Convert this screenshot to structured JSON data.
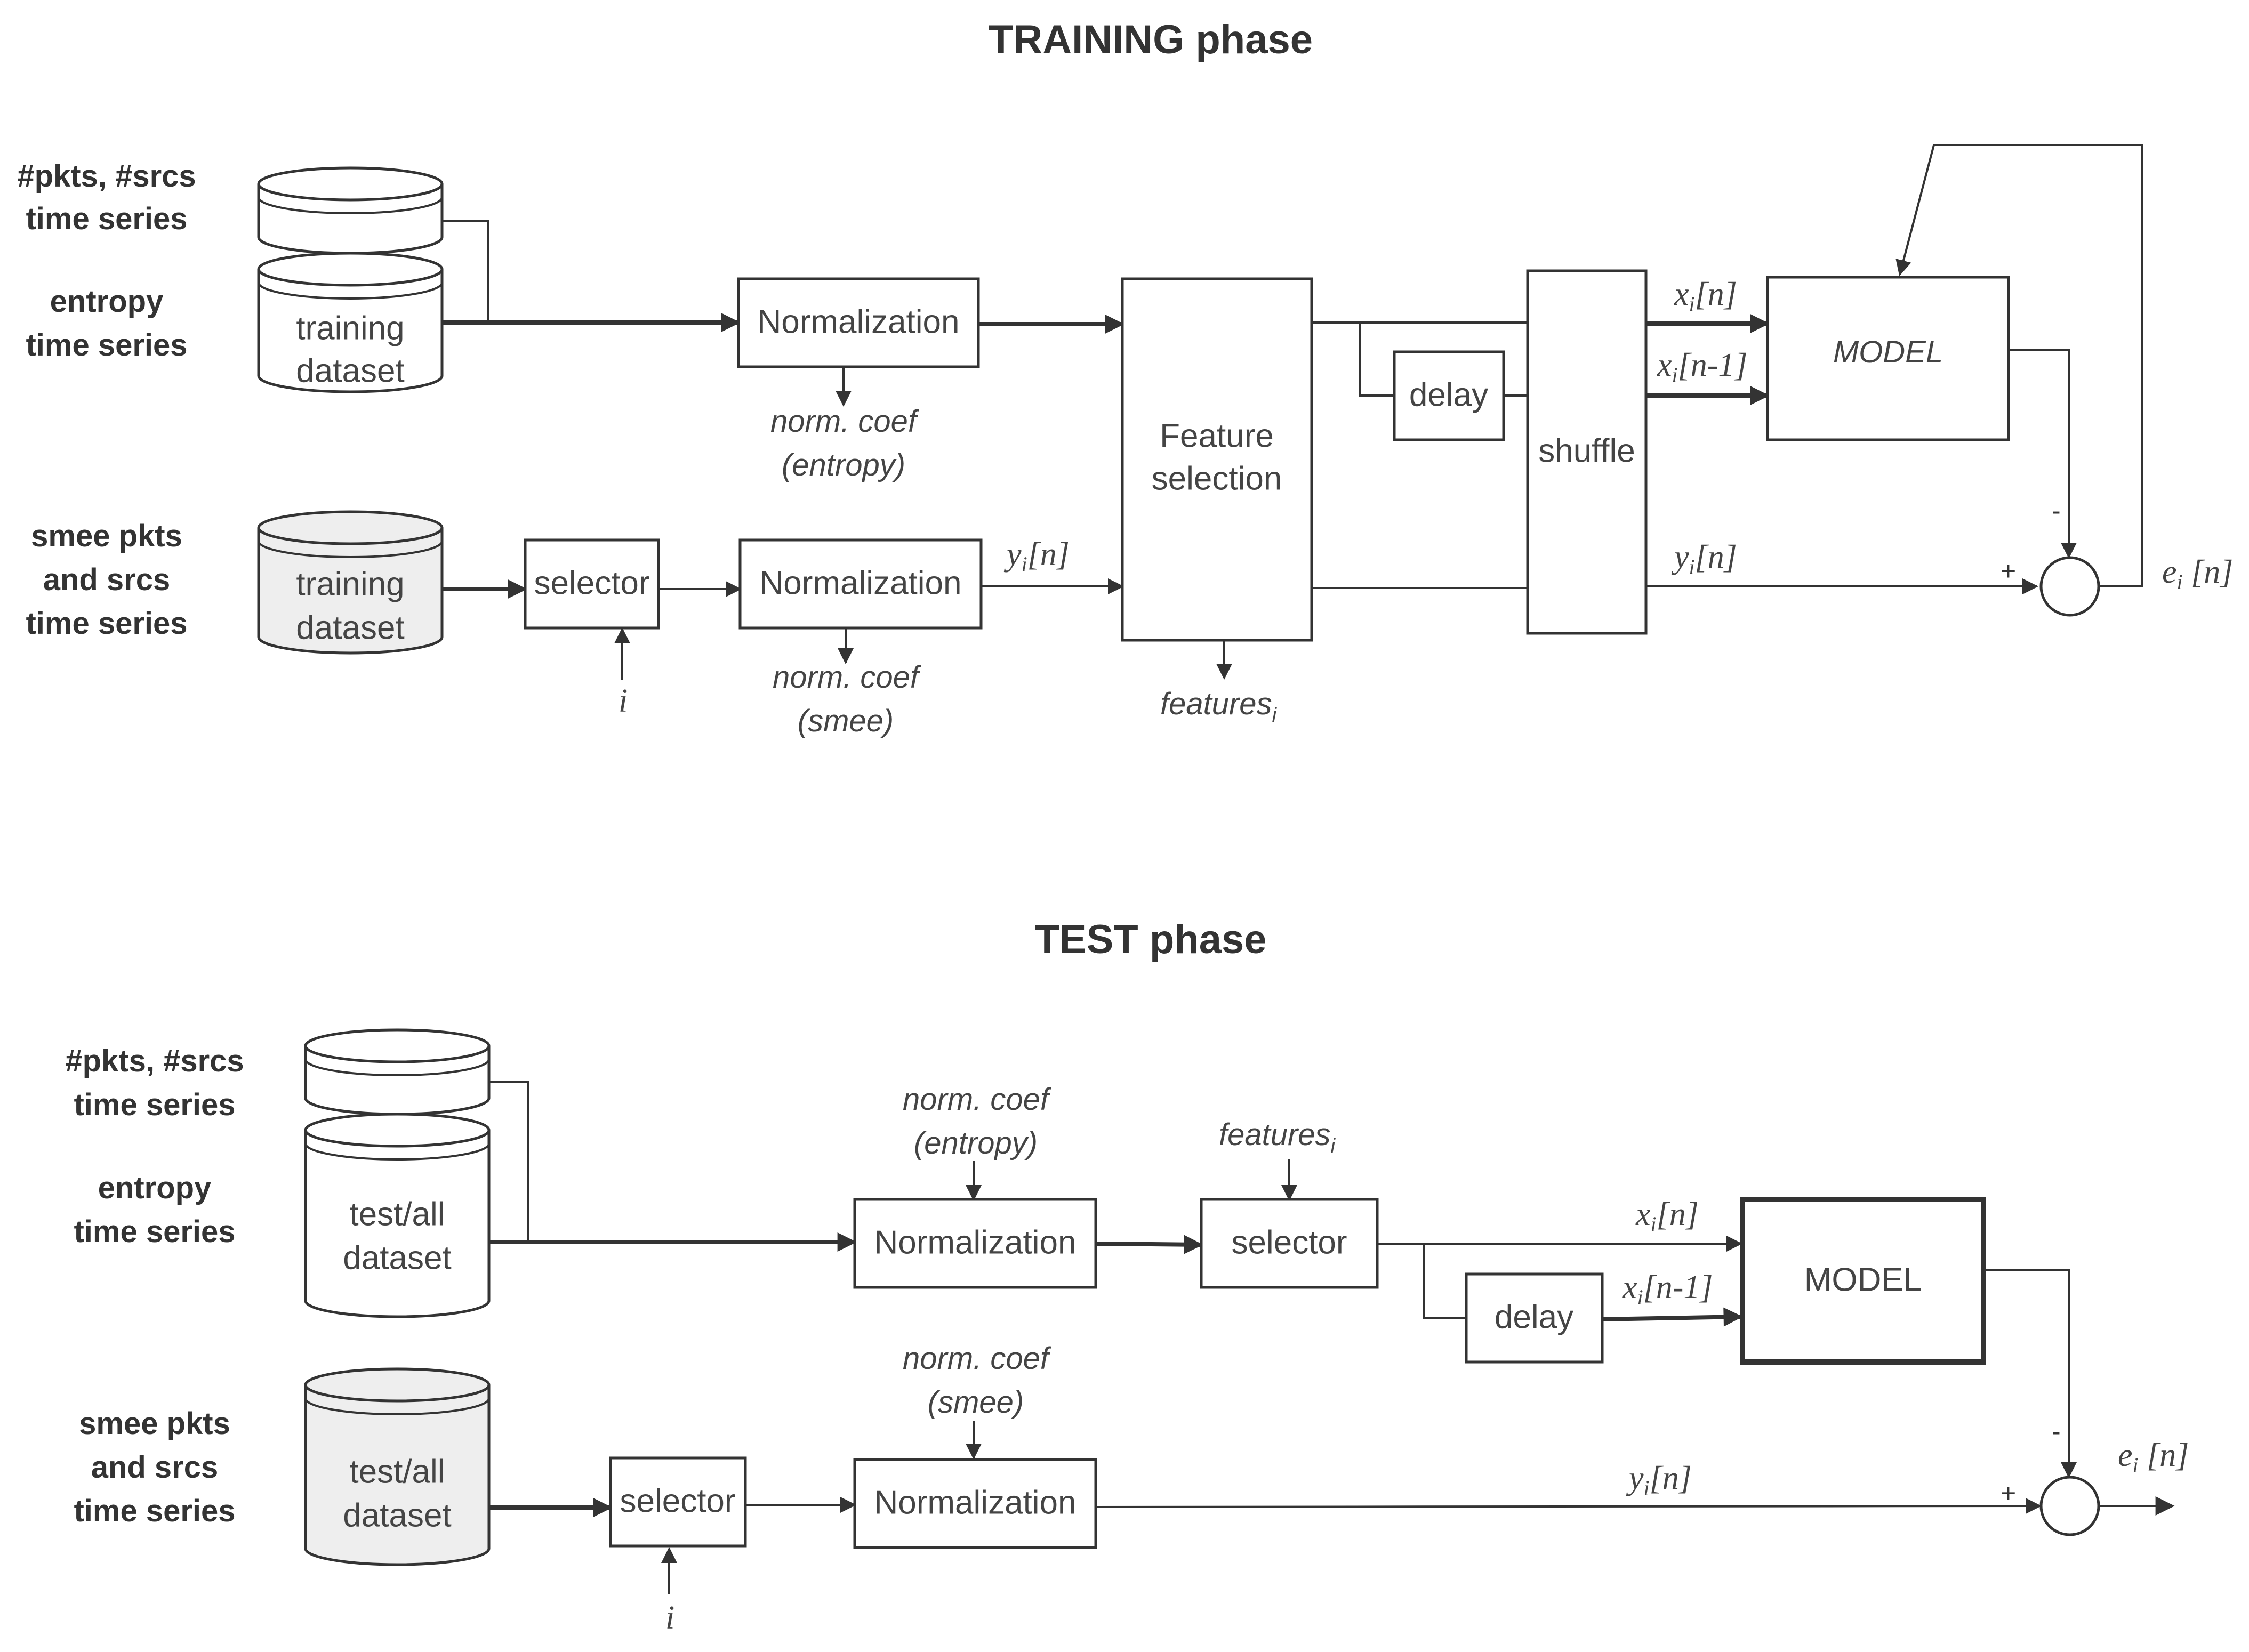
{
  "training": {
    "title": "TRAINING phase",
    "input1_label_a": "#pkts, #srcs",
    "input1_label_b": "time series",
    "input2_label_a": "entropy",
    "input2_label_b": "time series",
    "input3_label_a": "smee pkts",
    "input3_label_b": "and srcs",
    "input3_label_c": "time series",
    "dataset1_a": "training",
    "dataset1_b": "dataset",
    "dataset2_a": "training",
    "dataset2_b": "dataset",
    "normalization_top": "Normalization",
    "normalization_bottom": "Normalization",
    "norm_coef_entropy_a": "norm. coef",
    "norm_coef_entropy_b": "(entropy)",
    "norm_coef_smee_a": "norm. coef",
    "norm_coef_smee_b": "(smee)",
    "selector": "selector",
    "selector_input": "i",
    "feature_selection_a": "Feature",
    "feature_selection_b": "selection",
    "features_out": "features",
    "features_sub": "i",
    "delay": "delay",
    "shuffle": "shuffle",
    "model": "MODEL",
    "y_sub_label": "y",
    "x_n_label": "x",
    "index_i": "i",
    "n_suffix": "[n]",
    "n1_suffix": "[n-1]",
    "e_label": "e",
    "e_suffix": " [n]",
    "minus": "-",
    "plus": "+"
  },
  "test": {
    "title": "TEST phase",
    "input1_label_a": "#pkts, #srcs",
    "input1_label_b": "time series",
    "input2_label_a": "entropy",
    "input2_label_b": "time series",
    "input3_label_a": "smee pkts",
    "input3_label_b": "and srcs",
    "input3_label_c": "time series",
    "dataset1_a": "test/all",
    "dataset1_b": "dataset",
    "dataset2_a": "test/all",
    "dataset2_b": "dataset",
    "normalization_top": "Normalization",
    "normalization_bottom": "Normalization",
    "norm_coef_entropy_a": "norm. coef",
    "norm_coef_entropy_b": "(entropy)",
    "norm_coef_smee_a": "norm. coef",
    "norm_coef_smee_b": "(smee)",
    "selector_top": "selector",
    "selector_bottom": "selector",
    "selector_input": "i",
    "features_in": "features",
    "features_sub": "i",
    "delay": "delay",
    "model": "MODEL",
    "minus": "-",
    "plus": "+"
  },
  "colors": {
    "stroke": "#333333",
    "text": "#444444",
    "dataset_fill_gray": "#eeeeee",
    "background": "#ffffff"
  }
}
